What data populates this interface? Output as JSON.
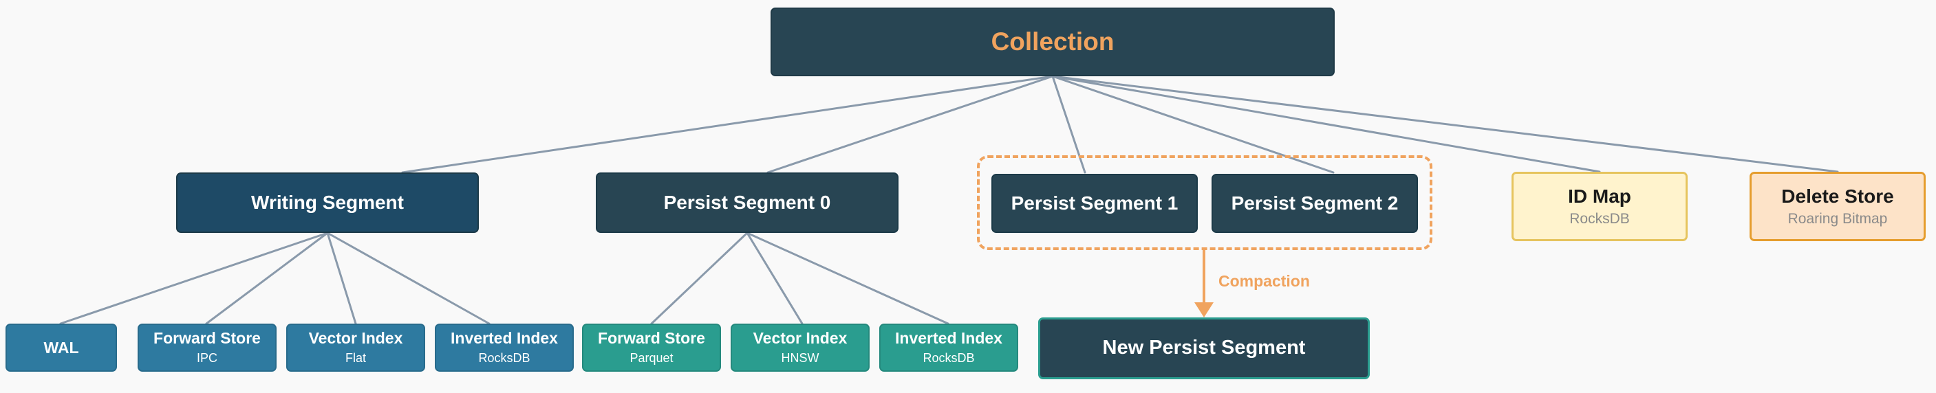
{
  "colors": {
    "edge": "#8a9aab",
    "accent": "#f0a35e",
    "root": "#284553",
    "mid": "#1e4a66",
    "leaf_writing": "#2e7aa0",
    "leaf_persist": "#2a9d8f"
  },
  "diagram": {
    "root": {
      "title": "Collection"
    },
    "writing_segment": {
      "title": "Writing Segment",
      "children": [
        {
          "title": "WAL",
          "sub": ""
        },
        {
          "title": "Forward Store",
          "sub": "IPC"
        },
        {
          "title": "Vector Index",
          "sub": "Flat"
        },
        {
          "title": "Inverted Index",
          "sub": "RocksDB"
        }
      ]
    },
    "persist_segment_0": {
      "title": "Persist Segment 0",
      "children": [
        {
          "title": "Forward Store",
          "sub": "Parquet"
        },
        {
          "title": "Vector Index",
          "sub": "HNSW"
        },
        {
          "title": "Inverted Index",
          "sub": "RocksDB"
        }
      ]
    },
    "persist_segment_1": {
      "title": "Persist Segment 1"
    },
    "persist_segment_2": {
      "title": "Persist Segment 2"
    },
    "id_map": {
      "title": "ID Map",
      "sub": "RocksDB"
    },
    "delete_store": {
      "title": "Delete Store",
      "sub": "Roaring Bitmap"
    },
    "compaction": {
      "label": "Compaction",
      "target": "New Persist Segment"
    }
  }
}
